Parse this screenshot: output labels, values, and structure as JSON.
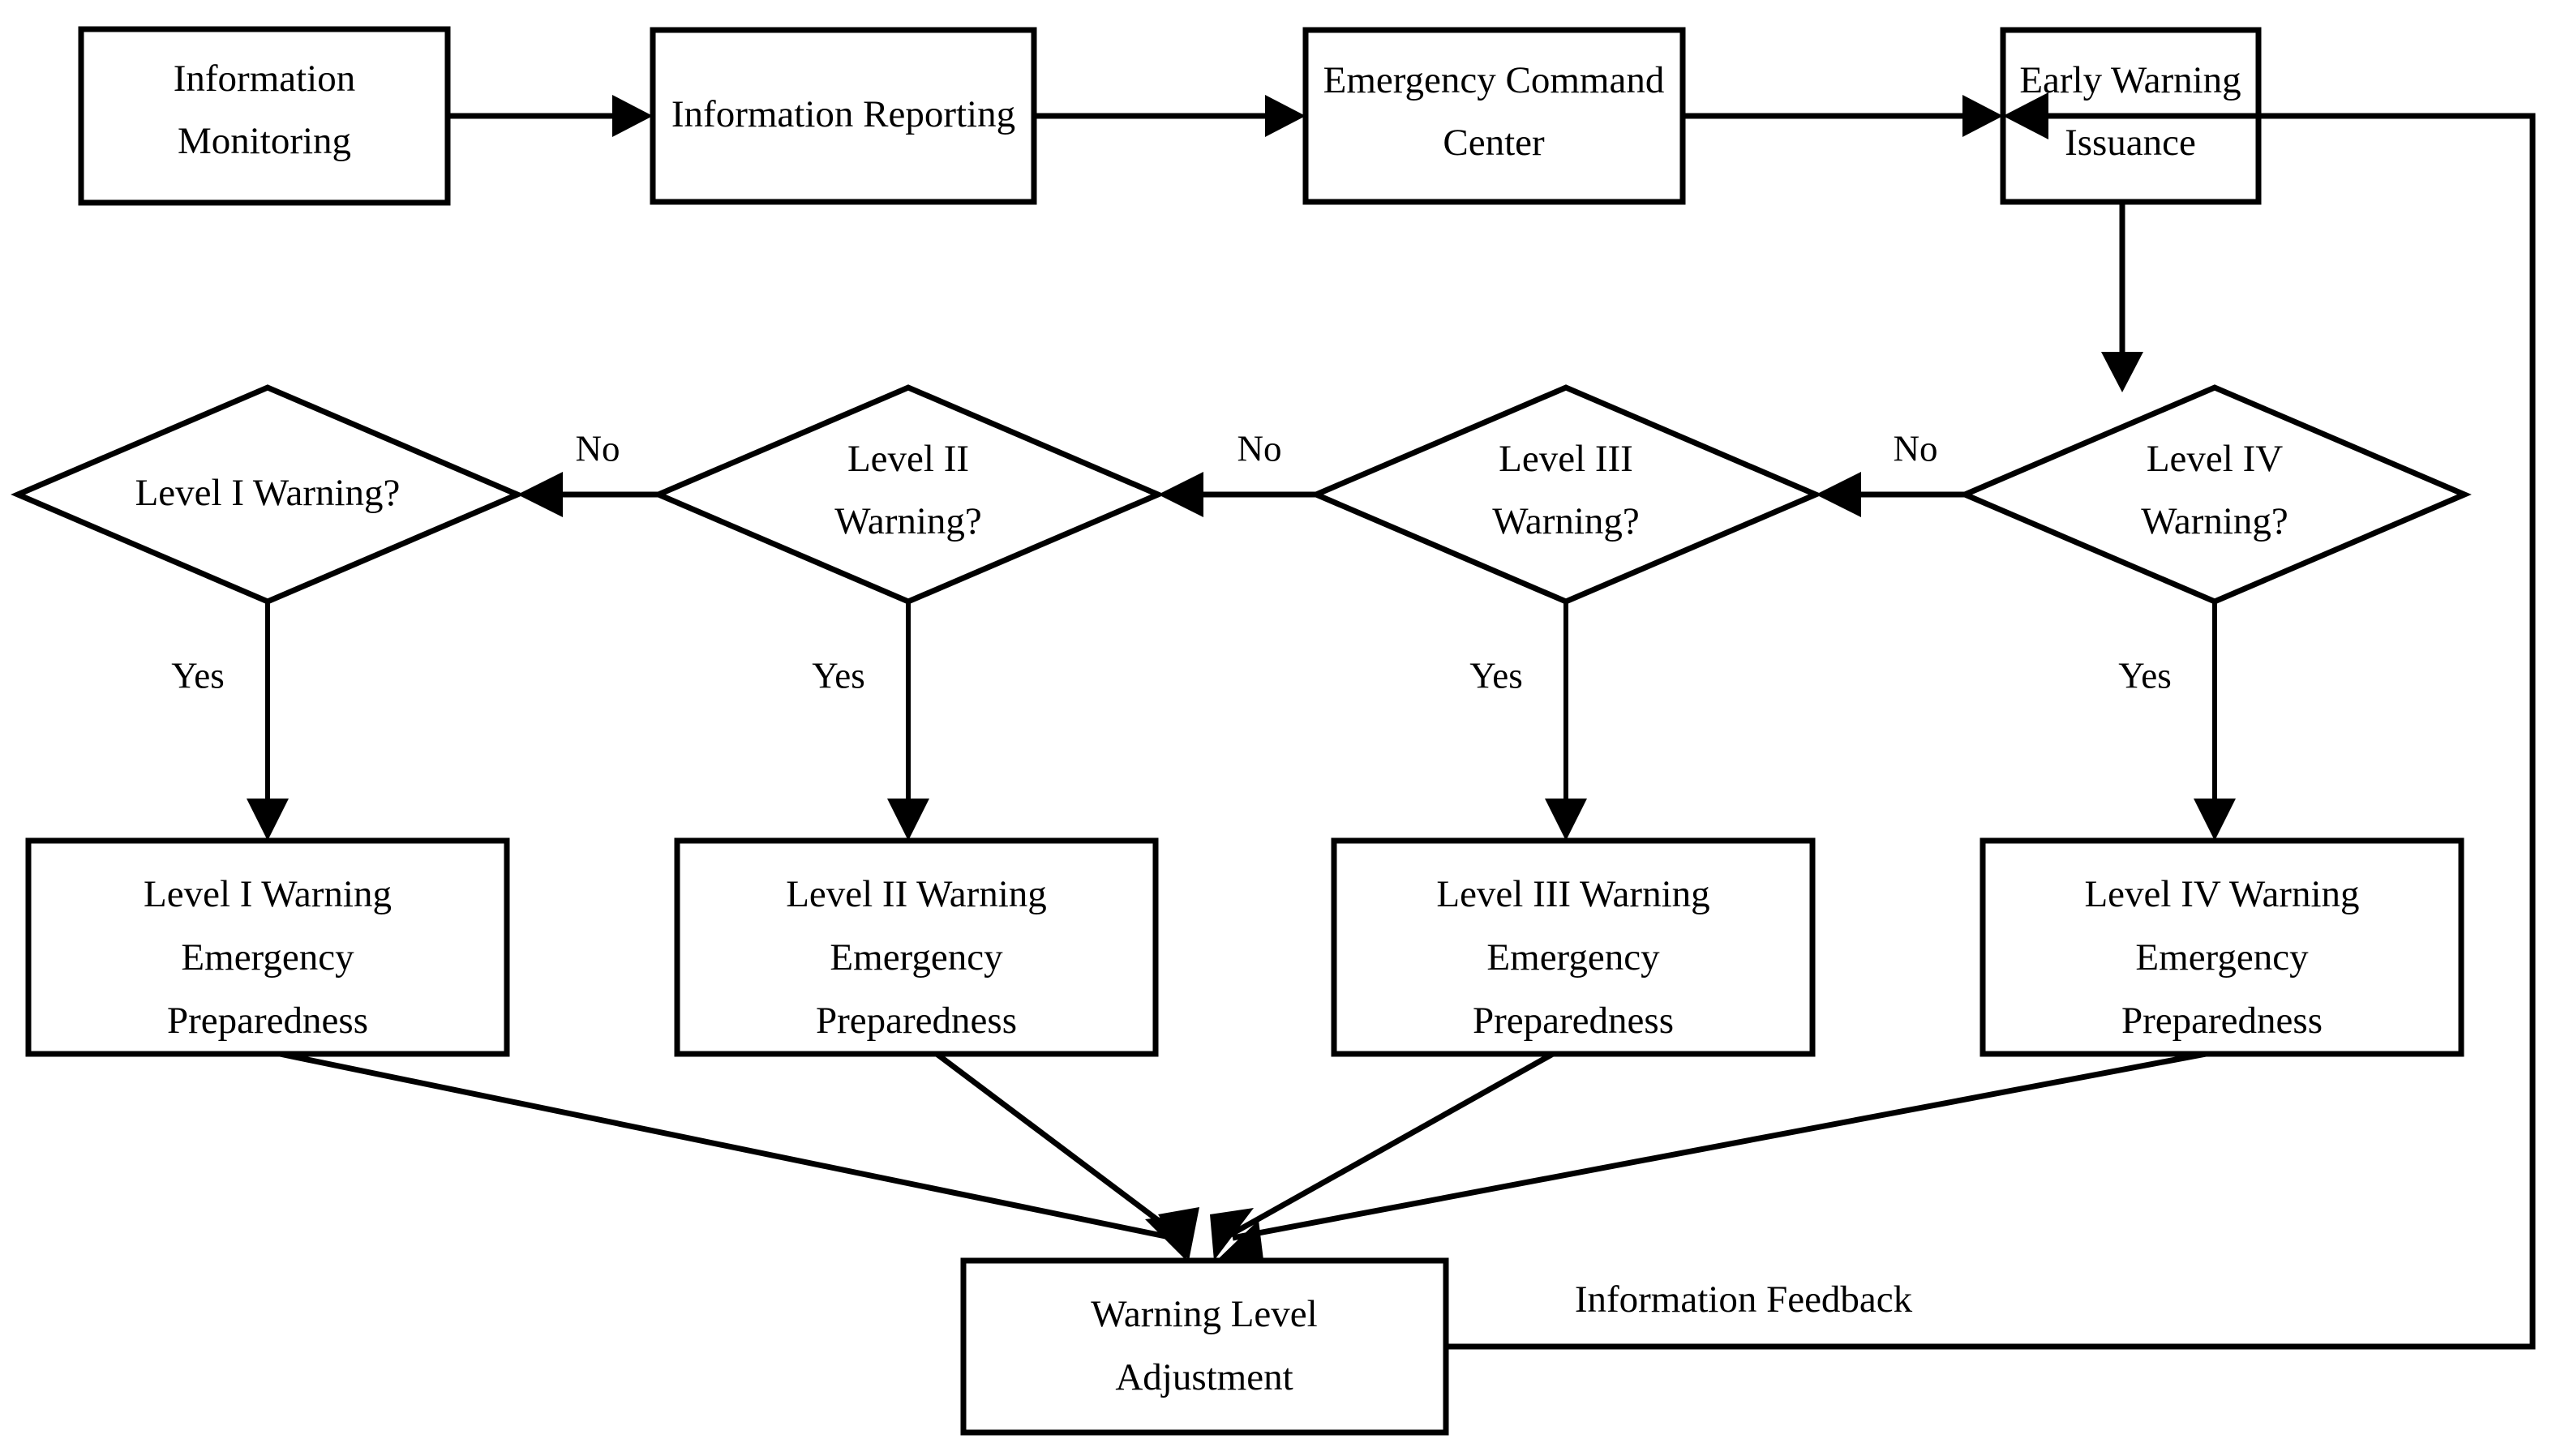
{
  "diagram": {
    "title": "Emergency Early Warning Response Flowchart",
    "colors": {
      "stroke": "#000000",
      "fill": "#ffffff",
      "text": "#000000"
    },
    "process_nodes": [
      {
        "id": "information-monitoring",
        "line1": "Information",
        "line2": "Monitoring"
      },
      {
        "id": "information-reporting",
        "line1": "Information Reporting",
        "line2": ""
      },
      {
        "id": "emergency-command-center",
        "line1": "Emergency Command",
        "line2": "Center"
      },
      {
        "id": "early-warning-issuance",
        "line1": "Early Warning",
        "line2": "Issuance"
      }
    ],
    "decision_nodes": [
      {
        "id": "level-1-decision",
        "line1": "Level I Warning?",
        "line2": ""
      },
      {
        "id": "level-2-decision",
        "line1": "Level II",
        "line2": "Warning?"
      },
      {
        "id": "level-3-decision",
        "line1": "Level III",
        "line2": "Warning?"
      },
      {
        "id": "level-4-decision",
        "line1": "Level IV",
        "line2": "Warning?"
      }
    ],
    "preparedness_nodes": [
      {
        "id": "level-1-preparedness",
        "line1": "Level I Warning",
        "line2": "Emergency",
        "line3": "Preparedness"
      },
      {
        "id": "level-2-preparedness",
        "line1": "Level II Warning",
        "line2": "Emergency",
        "line3": "Preparedness"
      },
      {
        "id": "level-3-preparedness",
        "line1": "Level III Warning",
        "line2": "Emergency",
        "line3": "Preparedness"
      },
      {
        "id": "level-4-preparedness",
        "line1": "Level IV Warning",
        "line2": "Emergency",
        "line3": "Preparedness"
      }
    ],
    "adjustment_node": {
      "id": "warning-level-adjustment",
      "line1": "Warning Level",
      "line2": "Adjustment"
    },
    "edge_labels": {
      "no_1": "No",
      "no_2": "No",
      "no_3": "No",
      "yes_1": "Yes",
      "yes_2": "Yes",
      "yes_3": "Yes",
      "yes_4": "Yes",
      "feedback": "Information Feedback"
    }
  }
}
